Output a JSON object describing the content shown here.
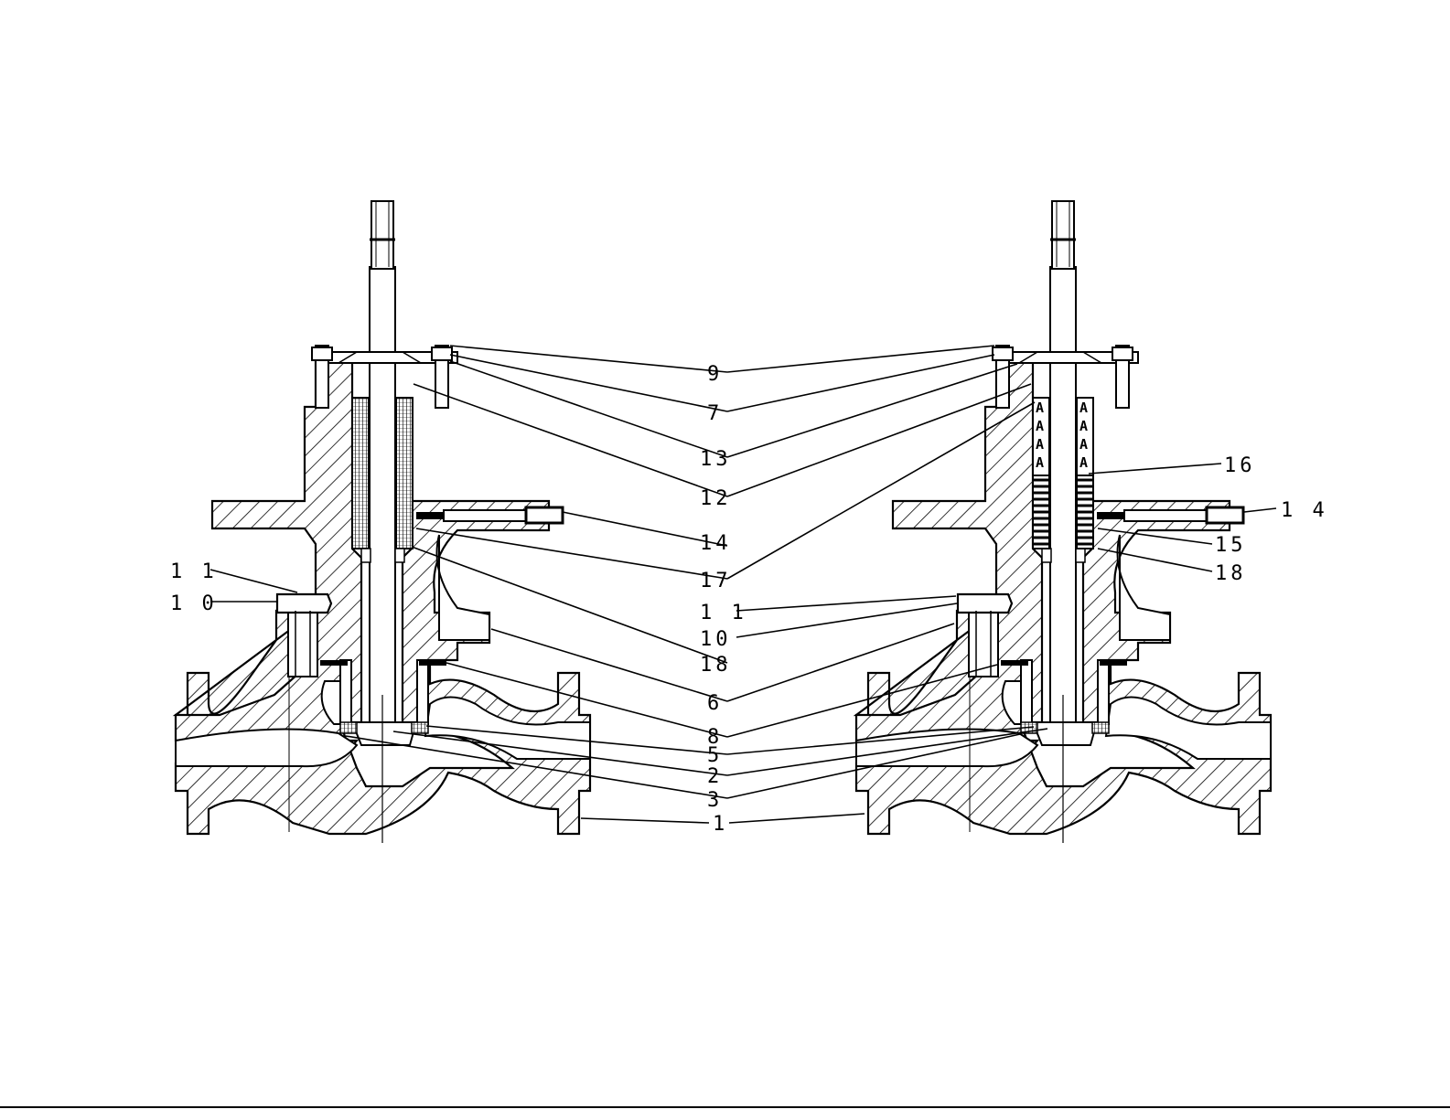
{
  "diagram": {
    "left_valve_labels": {
      "l11": "1 1",
      "l10": "1 0"
    },
    "center_labels": {
      "c9": "9",
      "c7": "7",
      "c13": "13",
      "c12": "12",
      "c14": "14",
      "c17": "17",
      "c11": "1 1",
      "c10": "10",
      "c18": "18",
      "c6": "6",
      "c8": "8",
      "c5": "5",
      "c2": "2",
      "c3": "3",
      "c1": "1"
    },
    "right_valve_labels": {
      "r16": "16",
      "r14": "1 4",
      "r15": "15",
      "r18": "18"
    },
    "packing_marks": [
      "A",
      "A",
      "A",
      "A"
    ]
  }
}
